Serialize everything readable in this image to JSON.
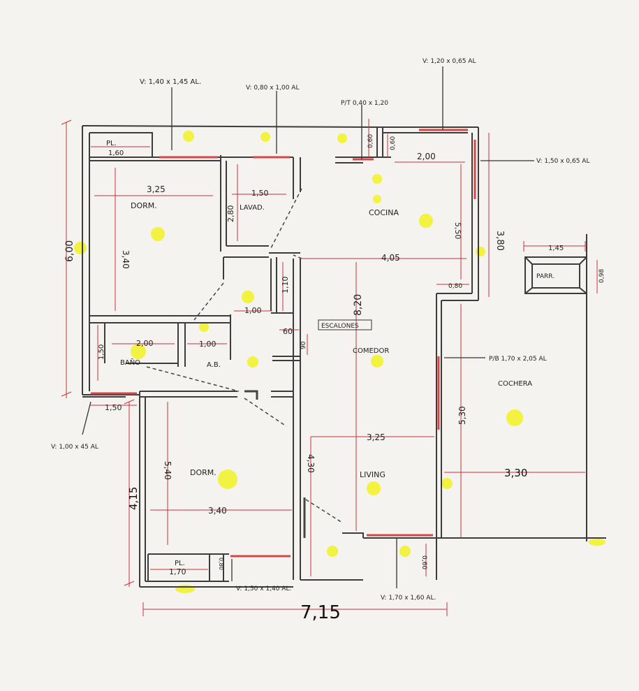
{
  "rooms": {
    "dorm1": "DORM.",
    "lavad": "LAVAD.",
    "cocina": "COCINA",
    "bano": "BAÑO",
    "ab": "A.B.",
    "comedor": "COMEDOR",
    "cochera": "COCHERA",
    "dorm2": "DORM.",
    "living": "LIVING",
    "parr": "PARR.",
    "pl_top": "PL.",
    "pl_bottom": "PL."
  },
  "notes": {
    "escalones": "ESCALONES",
    "v_1": "V: 1,40 x 1,45 AL.",
    "v_2": "V: 0,80 x 1,00 AL",
    "v_3": "V: 1,20 x 0,65 AL",
    "pt": "P/T 0,40 x 1,20",
    "v_4": "V: 1,50 x 0,65 AL",
    "pt_cochera": "P/B 1,70 x 2,05 AL",
    "v_5": "V: 1,00 x 45 AL",
    "v_6": "V: 1,50 x 1,40 AL.",
    "v_7": "V: 1,70 x 1,60 AL."
  },
  "dims": {
    "d_600": "6,00",
    "d_160": "1,60",
    "d_325a": "3,25",
    "d_340a": "3,40",
    "d_150a": "1,50",
    "d_280": "2,80",
    "d_060a": "0,60",
    "d_060b": "0,60",
    "d_200a": "2,00",
    "d_380": "3,80",
    "d_550": "5,50",
    "d_405": "4,05",
    "d_080": "0,80",
    "d_110": "1,10",
    "d_100a": "1,00",
    "d_820": "8,20",
    "d_060c": "60",
    "d_090": "90",
    "d_150b": "1,50",
    "d_200b": "2,00",
    "d_100b": "1,00",
    "d_150c": "1,50",
    "d_145": "1,45",
    "d_098": "0,98",
    "d_530": "5,30",
    "d_330": "3,30",
    "d_540": "5,40",
    "d_415": "4,15",
    "d_340b": "3,40",
    "d_430": "4,30",
    "d_325b": "3,25",
    "d_170": "1,70",
    "d_080b": "0,80",
    "d_060d": "0,60",
    "d_715": "7,15"
  },
  "colors": {
    "wall": "#3a3a3a",
    "dimension": "#c8323c",
    "window": "#d24848",
    "light": "#f0f020",
    "ink": "#222222"
  }
}
